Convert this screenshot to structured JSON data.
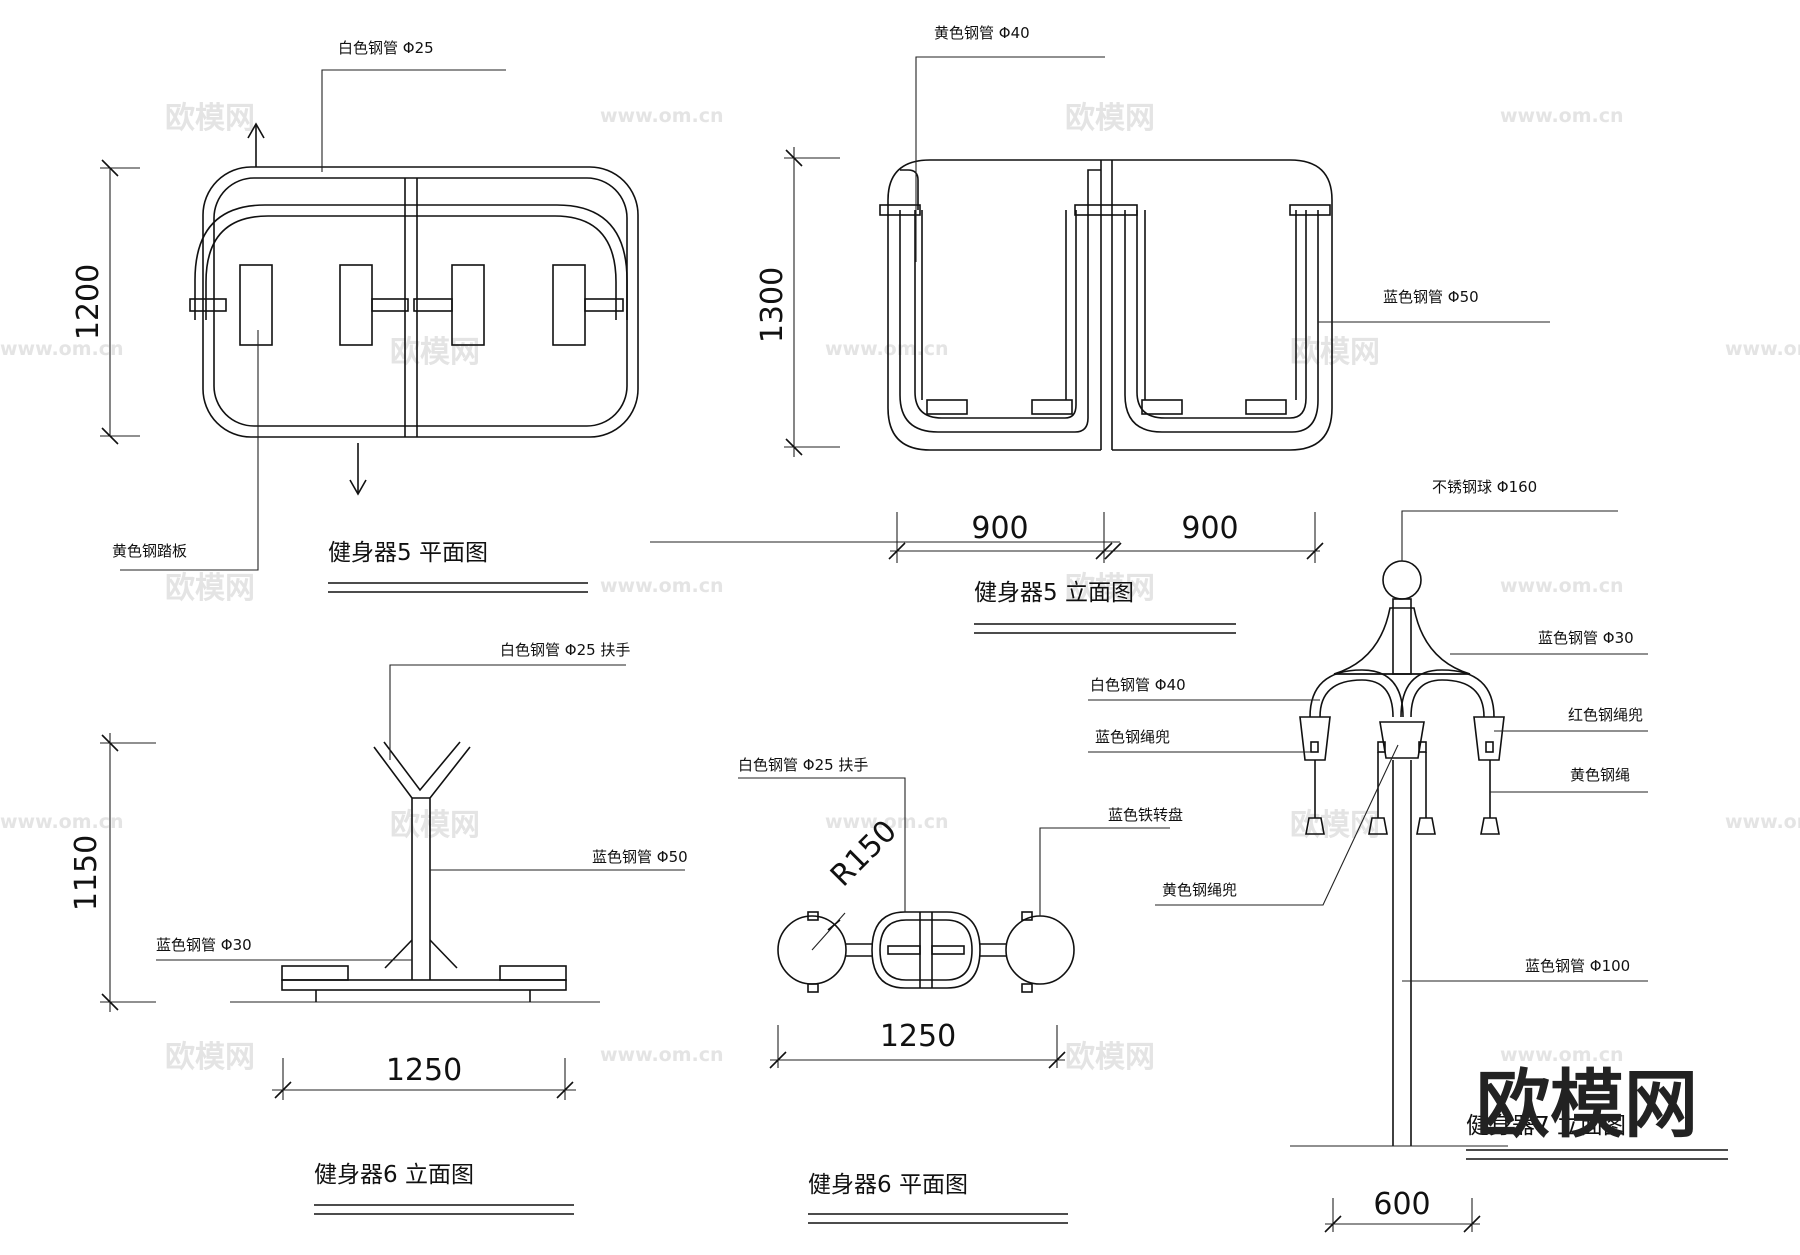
{
  "watermark": {
    "cn": "欧模网",
    "url": "www.om.cn"
  },
  "logo": "欧模网",
  "view1": {
    "title": "健身器5 平面图",
    "label_top": "白色钢管 Φ25",
    "label_bottom": "黄色钢踏板",
    "dim_height": "1200"
  },
  "view2": {
    "title": "健身器5 立面图",
    "label_top": "黄色钢管 Φ40",
    "label_right": "蓝色钢管 Φ50",
    "dim_height": "1300",
    "dim_left": "900",
    "dim_right": "900"
  },
  "view3": {
    "title": "健身器6 立面图",
    "label_top": "白色钢管 Φ25 扶手",
    "label_mid": "蓝色钢管 Φ50",
    "label_left": "蓝色钢管 Φ30",
    "dim_height": "1150",
    "dim_width": "1250"
  },
  "view4": {
    "title": "健身器6 平面图",
    "label_top": "白色钢管 Φ25 扶手",
    "label_right": "蓝色铁转盘",
    "radius": "R150",
    "dim_width": "1250"
  },
  "view5": {
    "title": "健身器7 立面图",
    "label_ball": "不锈钢球 Φ160",
    "label_r1": "蓝色钢管 Φ30",
    "label_l1": "白色钢管 Φ40",
    "label_l2": "蓝色钢绳兜",
    "label_r2": "红色钢绳兜",
    "label_r3": "黄色钢绳",
    "label_l3": "黄色钢绳兜",
    "label_r4": "蓝色钢管 Φ100",
    "dim_width": "600"
  }
}
